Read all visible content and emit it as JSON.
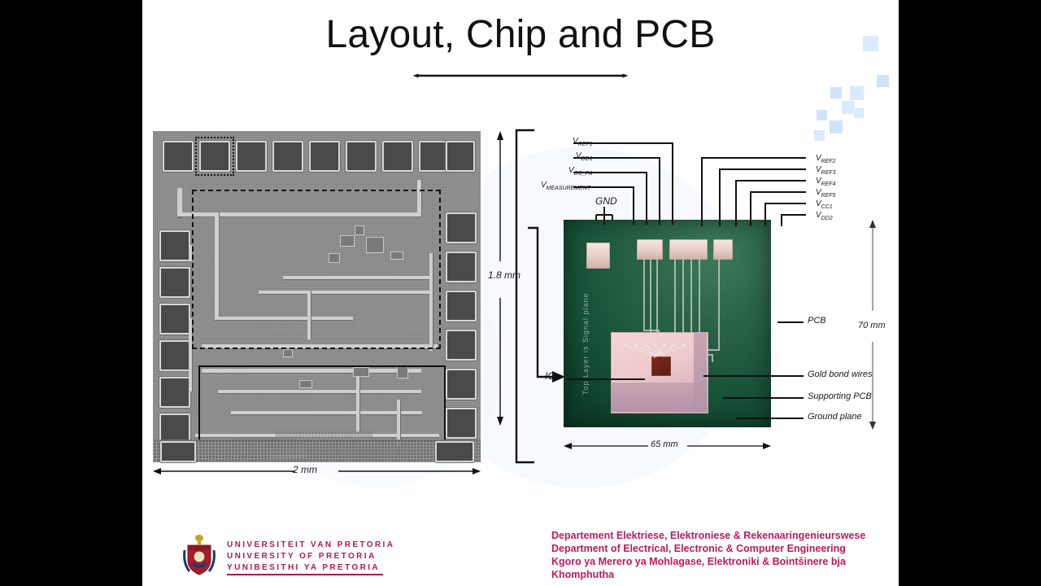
{
  "slide": {
    "title": "Layout, Chip and PCB",
    "background_color": "#ffffff",
    "letterbox_color": "#000000"
  },
  "die_figure": {
    "caption_width": "2 mm",
    "caption_height": "1.8 mm"
  },
  "pcb_figure": {
    "silkscreen": "Top Layer is Signal plane",
    "width_dimension": "65 mm",
    "height_dimension": "70 mm",
    "left_labels": [
      "V_REF1",
      "V_DD1",
      "V_CC_PA",
      "V_MEASUREMENT"
    ],
    "left_labels_rendered": [
      {
        "base": "V",
        "sub": "REF1"
      },
      {
        "base": "V",
        "sub": "DD1"
      },
      {
        "base": "V",
        "sub": "CC_PA"
      },
      {
        "base": "V",
        "sub": "MEASUREMENT"
      }
    ],
    "gnd_label": "GND",
    "right_labels_rendered": [
      {
        "base": "V",
        "sub": "REF2"
      },
      {
        "base": "V",
        "sub": "REF3"
      },
      {
        "base": "V",
        "sub": "REF4"
      },
      {
        "base": "V",
        "sub": "REF5"
      },
      {
        "base": "V",
        "sub": "CC1"
      },
      {
        "base": "V",
        "sub": "DD2"
      }
    ],
    "callouts": [
      "PCB",
      "Gold bond wires",
      "Supporting PCB",
      "Ground plane"
    ],
    "ic_label": "IC",
    "colors": {
      "pcb_green": "#19553a",
      "supporting_pcb_pink": "#edc9cb",
      "die_red": "#6d2018",
      "connector_white": "#f1ded9"
    }
  },
  "footer": {
    "lines": [
      "Departement Elektriese, Elektroniese & Rekenaaringenieurswese",
      "Department of Electrical, Electronic & Computer Engineering",
      "Kgoro ya Merero ya Mohlagase, Elektroniki & Bointšinere bja",
      "Khomphutha"
    ],
    "color": "#c2185b"
  },
  "logo": {
    "lines": [
      "UNIVERSITEIT VAN PRETORIA",
      "UNIVERSITY OF PRETORIA",
      "YUNIBESITHI YA PRETORIA"
    ],
    "color": "#b2185a"
  }
}
